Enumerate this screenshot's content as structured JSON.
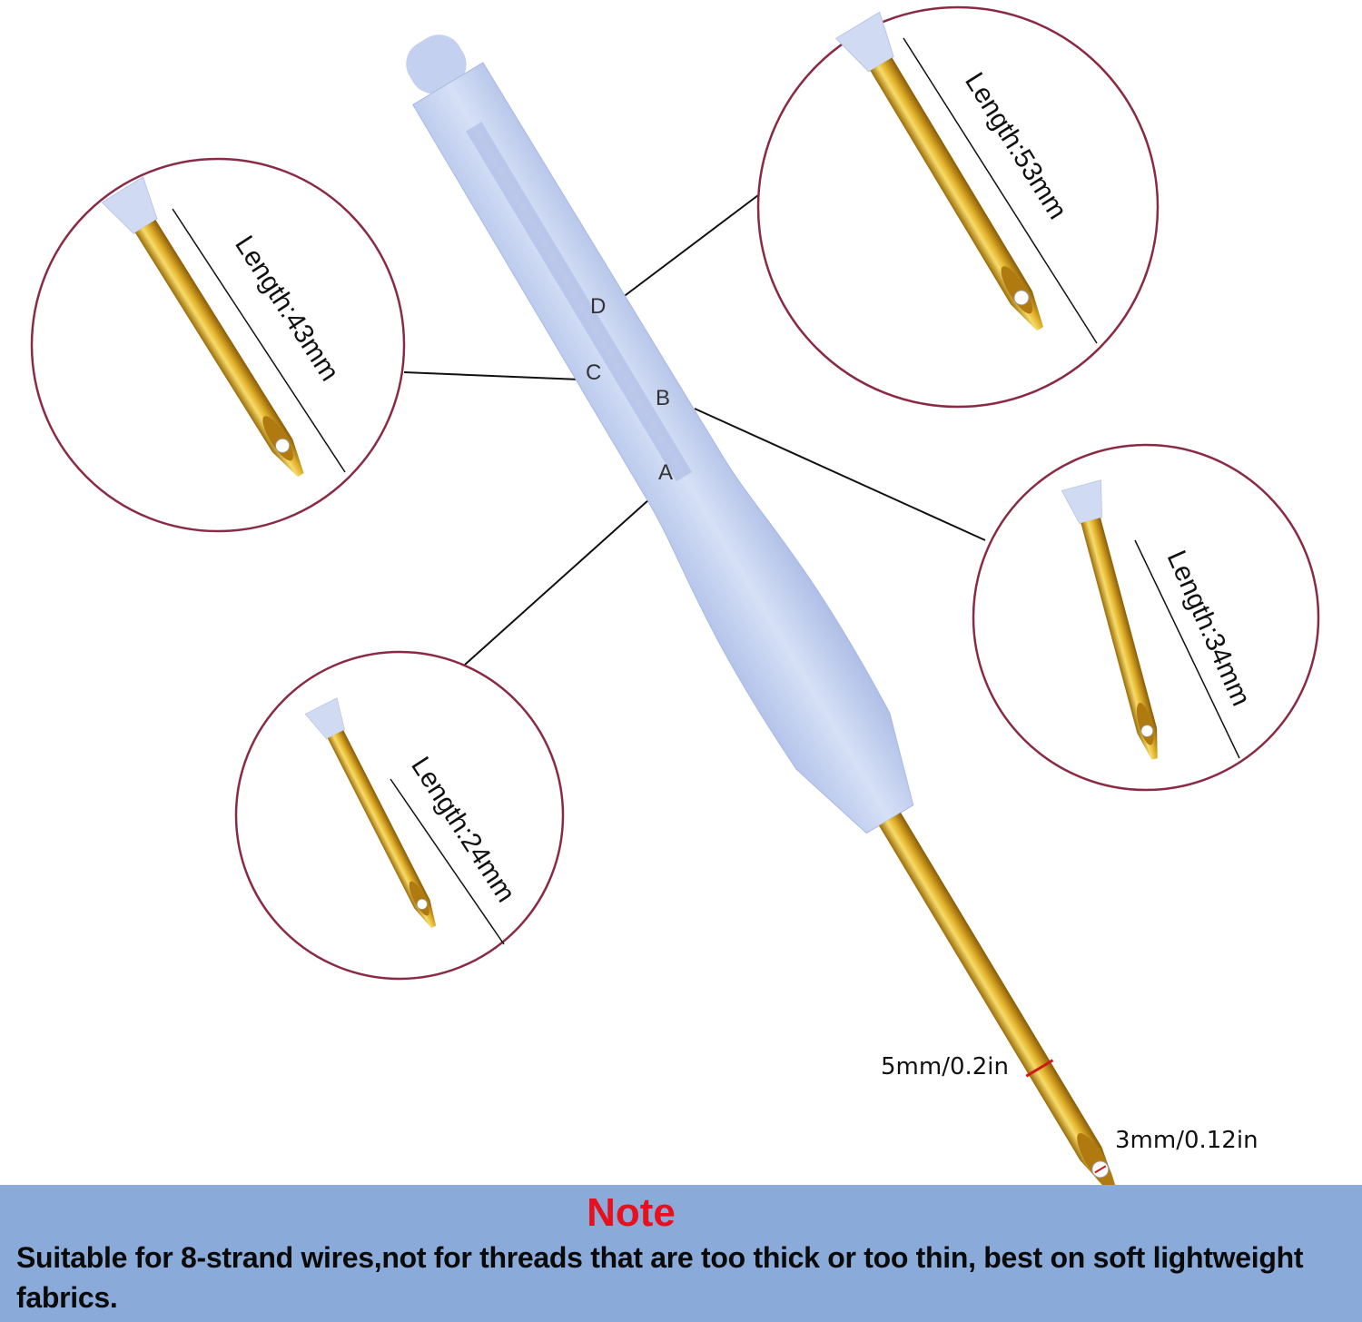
{
  "pen": {
    "slot_labels": [
      "A",
      "B",
      "C",
      "D"
    ]
  },
  "needles": [
    {
      "slot": "C",
      "length": "Length:43mm"
    },
    {
      "slot": "D",
      "length": "Length:53mm"
    },
    {
      "slot": "B",
      "length": "Length:34mm"
    },
    {
      "slot": "A",
      "length": "Length:24mm"
    }
  ],
  "dimensions": {
    "outer": "5mm/0.2in",
    "inner": "3mm/0.12in"
  },
  "note": {
    "title": "Note",
    "text": "Suitable for 8-strand wires,not for threads that are too thick or too thin, best on soft lightweight fabrics."
  },
  "colors": {
    "pen_body": "#c9d6f2",
    "gold": "#d9a820",
    "circle_border": "#8a2a45",
    "note_bg": "#8aabd9",
    "note_title": "#e8101c",
    "dimension_arrow": "#d01818"
  }
}
